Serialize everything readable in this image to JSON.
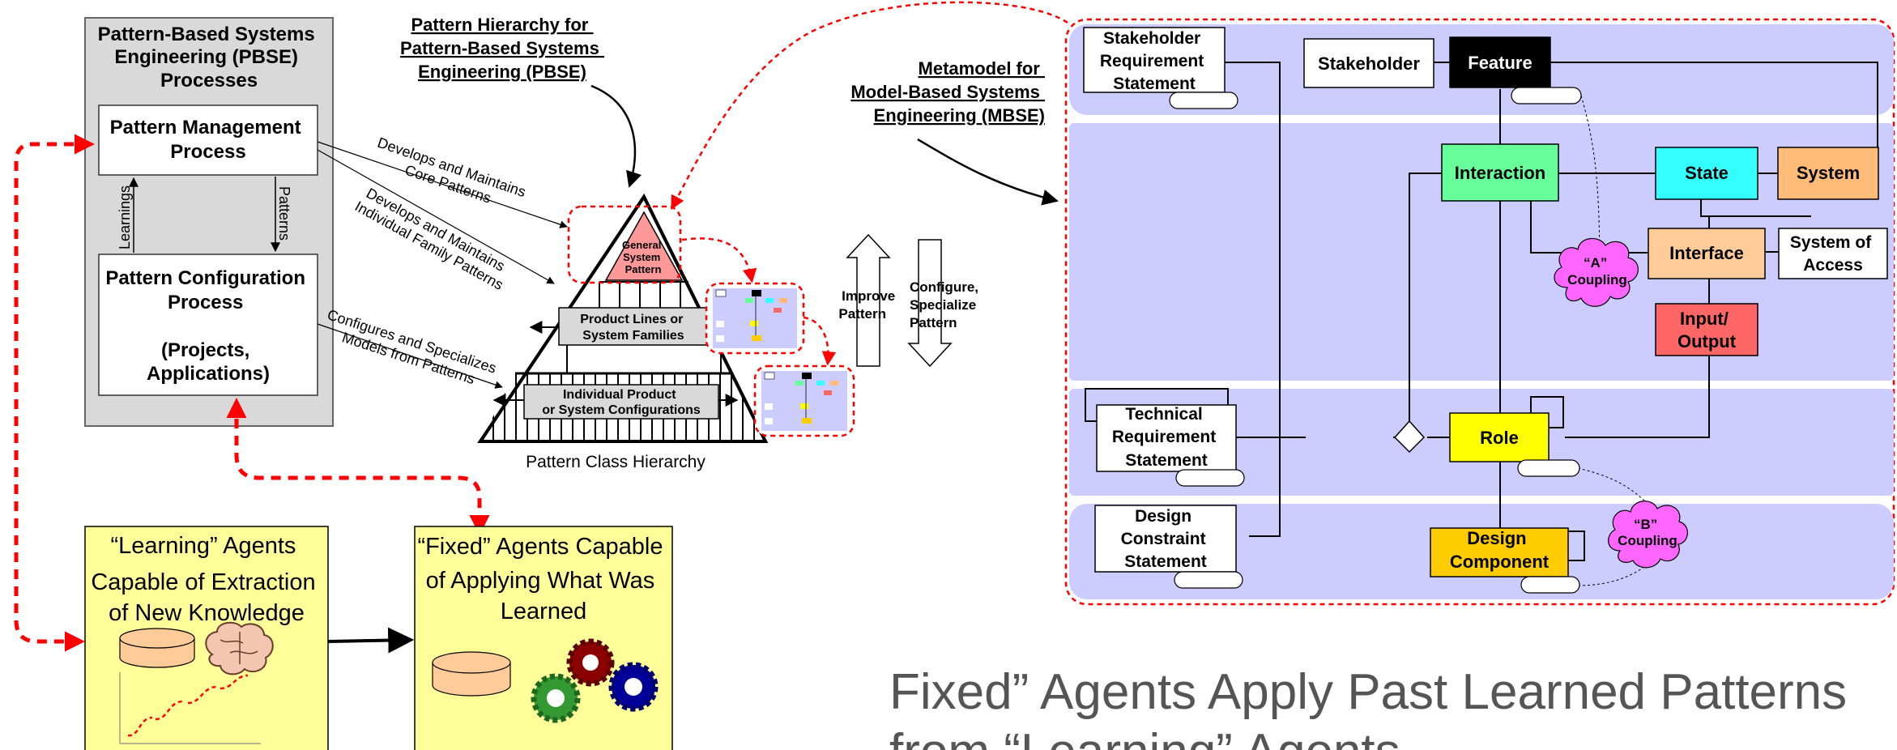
{
  "pbse": {
    "title": [
      "Pattern-Based Systems",
      "Engineering (PBSE)",
      "Processes"
    ],
    "management": [
      "Pattern Management",
      "Process"
    ],
    "configuration": [
      "Pattern Configuration",
      "Process",
      "",
      "(Projects,",
      "Applications)"
    ],
    "learnings_label": "Learnings",
    "patterns_label": "Patterns"
  },
  "hierarchy": {
    "title": [
      "Pattern Hierarchy for",
      "Pattern-Based Systems",
      "Engineering (PBSE)"
    ],
    "caption": "Pattern Class Hierarchy",
    "top": [
      "General",
      "System",
      "Pattern"
    ],
    "middle": [
      "Product Lines or",
      "System Families"
    ],
    "bottom": [
      "Individual Product",
      "or System Configurations"
    ],
    "edge_core": [
      "Develops and Maintains",
      "Core Patterns"
    ],
    "edge_family": [
      "Develops and Maintains",
      "Individual Family Patterns"
    ],
    "edge_config": [
      "Configures and Specializes",
      "Models from Patterns"
    ],
    "improve": [
      "Improve",
      "Pattern"
    ],
    "configure": [
      "Configure,",
      "Specialize",
      "Pattern"
    ]
  },
  "metamodel": {
    "title": [
      "Metamodel for",
      "Model-Based Systems",
      "Engineering (MBSE)"
    ],
    "stakeholder_req": [
      "Stakeholder",
      "Requirement",
      "Statement"
    ],
    "stakeholder": "Stakeholder",
    "feature": "Feature",
    "interaction": "Interaction",
    "state": "State",
    "system": "System",
    "interface": "Interface",
    "system_access": [
      "System of",
      "Access"
    ],
    "input_output": [
      "Input/",
      "Output"
    ],
    "coupling_a": [
      "“A”",
      "Coupling"
    ],
    "coupling_b": [
      "“B”",
      "Coupling"
    ],
    "technical_req": [
      "Technical",
      "Requirement",
      "Statement"
    ],
    "role": "Role",
    "design_constraint": [
      "Design",
      "Constraint",
      "Statement"
    ],
    "design_component": [
      "Design",
      "Component"
    ],
    "colors": {
      "band": "#ccccff",
      "feature": "#000000",
      "interaction": "#66ff99",
      "state": "#33ffff",
      "system": "#ffbb77",
      "interface": "#ffcc99",
      "input_output": "#ff6666",
      "role": "#ffff00",
      "design_component": "#ffcc00",
      "coupling": "#ff66ff",
      "general_pattern": "#ff9999",
      "agent_box": "#ffff99",
      "process_bg": "#d9d9d9",
      "dashed_red": "#ff0000"
    }
  },
  "agents": {
    "learning": [
      "“Learning” Agents",
      "Capable of Extraction",
      "of New Knowledge"
    ],
    "fixed": [
      "“Fixed” Agents Capable",
      "of Applying What Was",
      "Learned"
    ]
  },
  "caption": {
    "text": "Fixed” Agents Apply Past Learned Patterns from “Learning” Agents"
  }
}
